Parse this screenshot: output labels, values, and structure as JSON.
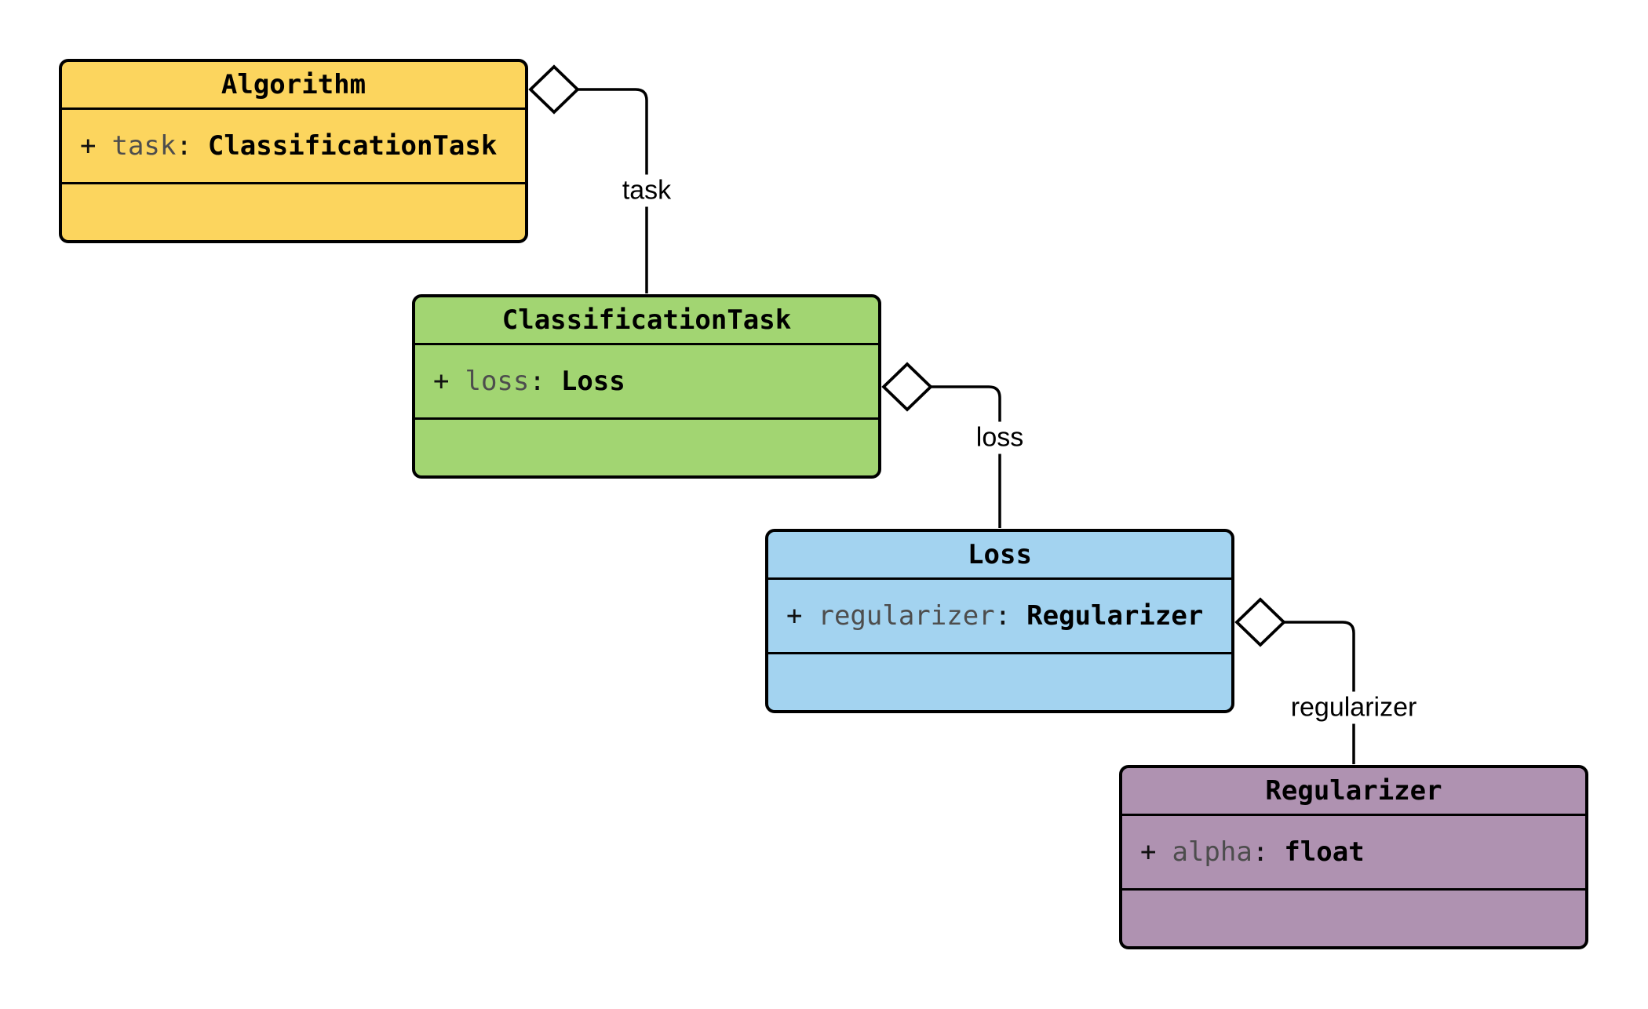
{
  "page": {
    "background": "#ffffff"
  },
  "diagram": {
    "type": "uml-class-diagram",
    "classes": [
      {
        "name": "Algorithm",
        "fill": "#FCD55E",
        "attribute": {
          "visibility": "+",
          "name": "task",
          "separator": ":",
          "type": "ClassificationTask"
        }
      },
      {
        "name": "ClassificationTask",
        "fill": "#A2D572",
        "attribute": {
          "visibility": "+",
          "name": "loss",
          "separator": ":",
          "type": "Loss"
        }
      },
      {
        "name": "Loss",
        "fill": "#A3D3F0",
        "attribute": {
          "visibility": "+",
          "name": "regularizer",
          "separator": ":",
          "type": "Regularizer"
        }
      },
      {
        "name": "Regularizer",
        "fill": "#AF92B1",
        "attribute": {
          "visibility": "+",
          "name": "alpha",
          "separator": ":",
          "type": "float"
        }
      }
    ],
    "relations": [
      {
        "label": "task",
        "from": "Algorithm",
        "to": "ClassificationTask",
        "kind": "aggregation"
      },
      {
        "label": "loss",
        "from": "ClassificationTask",
        "to": "Loss",
        "kind": "aggregation"
      },
      {
        "label": "regularizer",
        "from": "Loss",
        "to": "Regularizer",
        "kind": "aggregation"
      }
    ],
    "colors": {
      "border": "#000000",
      "attr_name_gray": "#4d4d4d",
      "label_text": "#000000",
      "diamond_fill": "#ffffff"
    }
  }
}
